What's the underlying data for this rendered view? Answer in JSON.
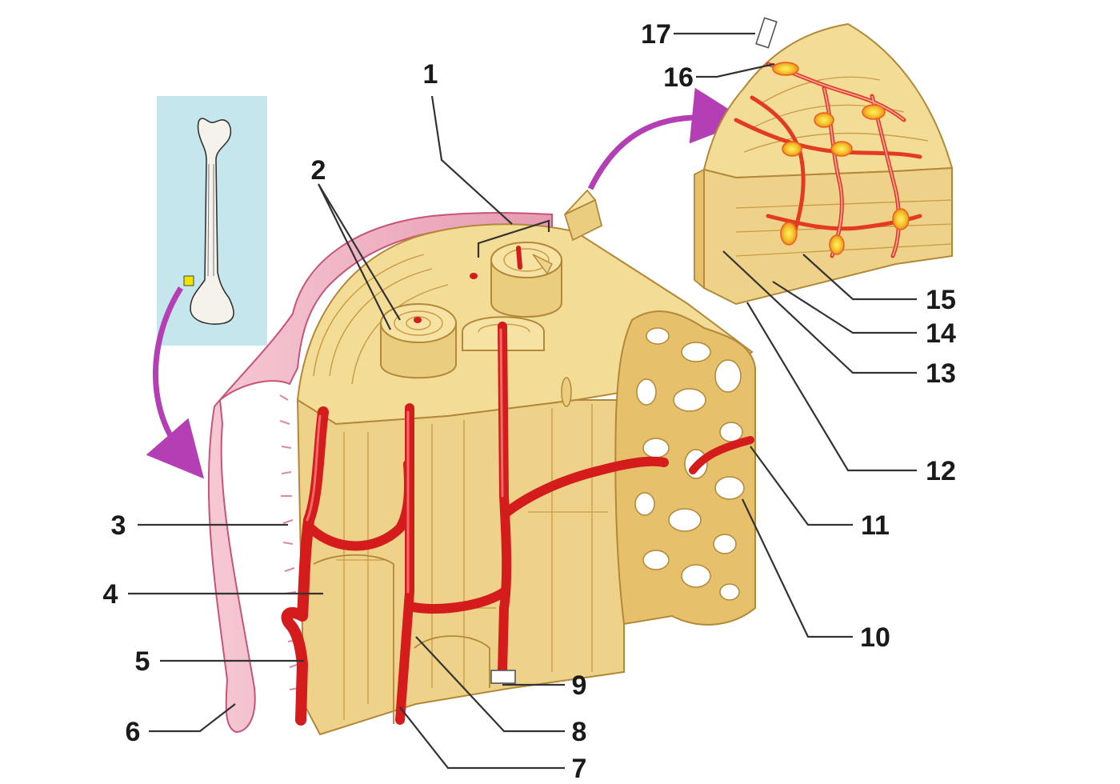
{
  "labels": [
    "1",
    "2",
    "3",
    "4",
    "5",
    "6",
    "7",
    "8",
    "9",
    "10",
    "11",
    "12",
    "13",
    "14",
    "15",
    "16",
    "17"
  ],
  "colors": {
    "bone_light": "#f3dc96",
    "bone_mid": "#e6c06a",
    "bone_dark": "#c99a45",
    "vessel": "#d41c1c",
    "periosteum": "#e49ab0",
    "arrow": "#b43fb4",
    "inset_bg": "#c6e6ee",
    "osteocyte": "#f0c228"
  }
}
